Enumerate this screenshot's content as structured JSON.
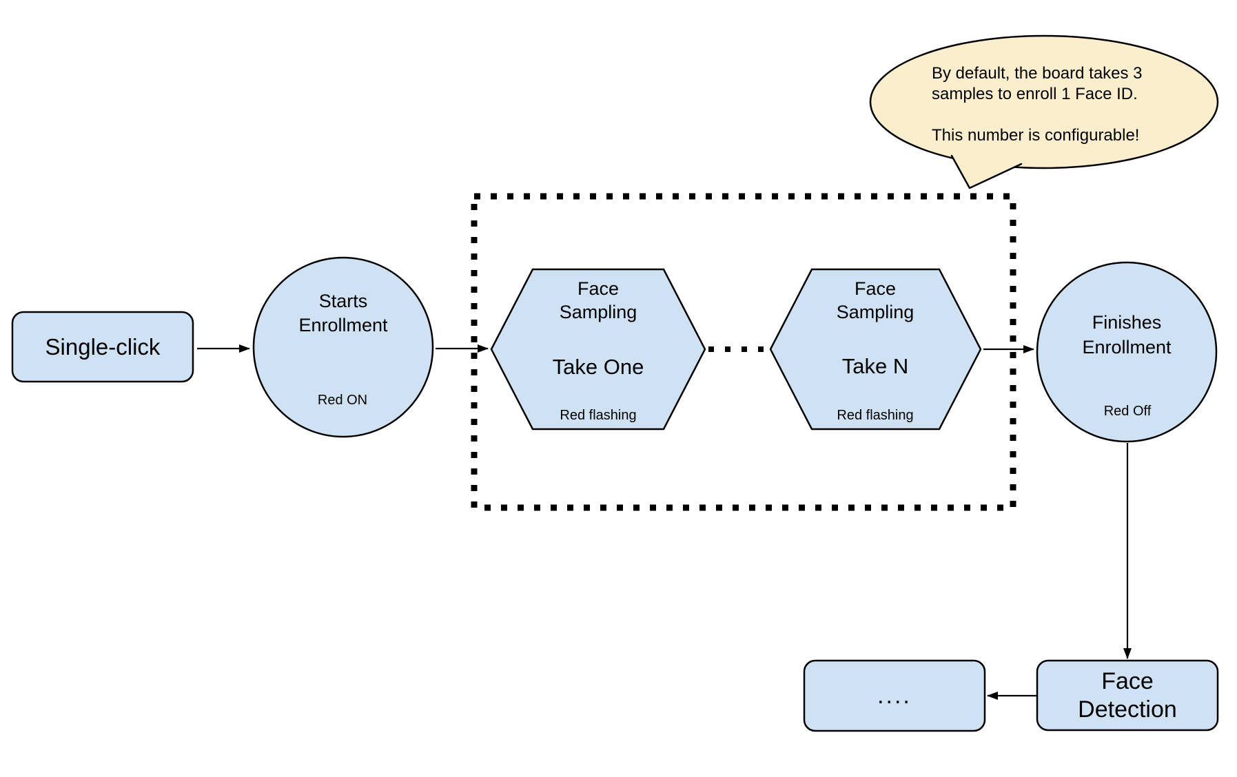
{
  "callout": {
    "lines": [
      "By default, the board takes 3",
      "samples to enroll 1 Face ID.",
      "",
      "This number is configurable!"
    ]
  },
  "nodes": {
    "single_click": {
      "label": "Single-click"
    },
    "starts_enrollment": {
      "title_line1": "Starts",
      "title_line2": "Enrollment",
      "led_status": "Red ON"
    },
    "face_sampling_1": {
      "title_line1": "Face",
      "title_line2": "Sampling",
      "step": "Take One",
      "led_status": "Red flashing"
    },
    "face_sampling_n": {
      "title_line1": "Face",
      "title_line2": "Sampling",
      "step": "Take N",
      "led_status": "Red flashing"
    },
    "finishes_enrollment": {
      "title_line1": "Finishes",
      "title_line2": "Enrollment",
      "led_status": "Red Off"
    },
    "face_detection": {
      "title_line1": "Face",
      "title_line2": "Detection"
    },
    "continuation": {
      "label": "...."
    }
  },
  "colors": {
    "shape_fill": "#cfe2f3",
    "shape_stroke": "#000000",
    "callout_fill": "#faeecd",
    "background": "#ffffff"
  }
}
